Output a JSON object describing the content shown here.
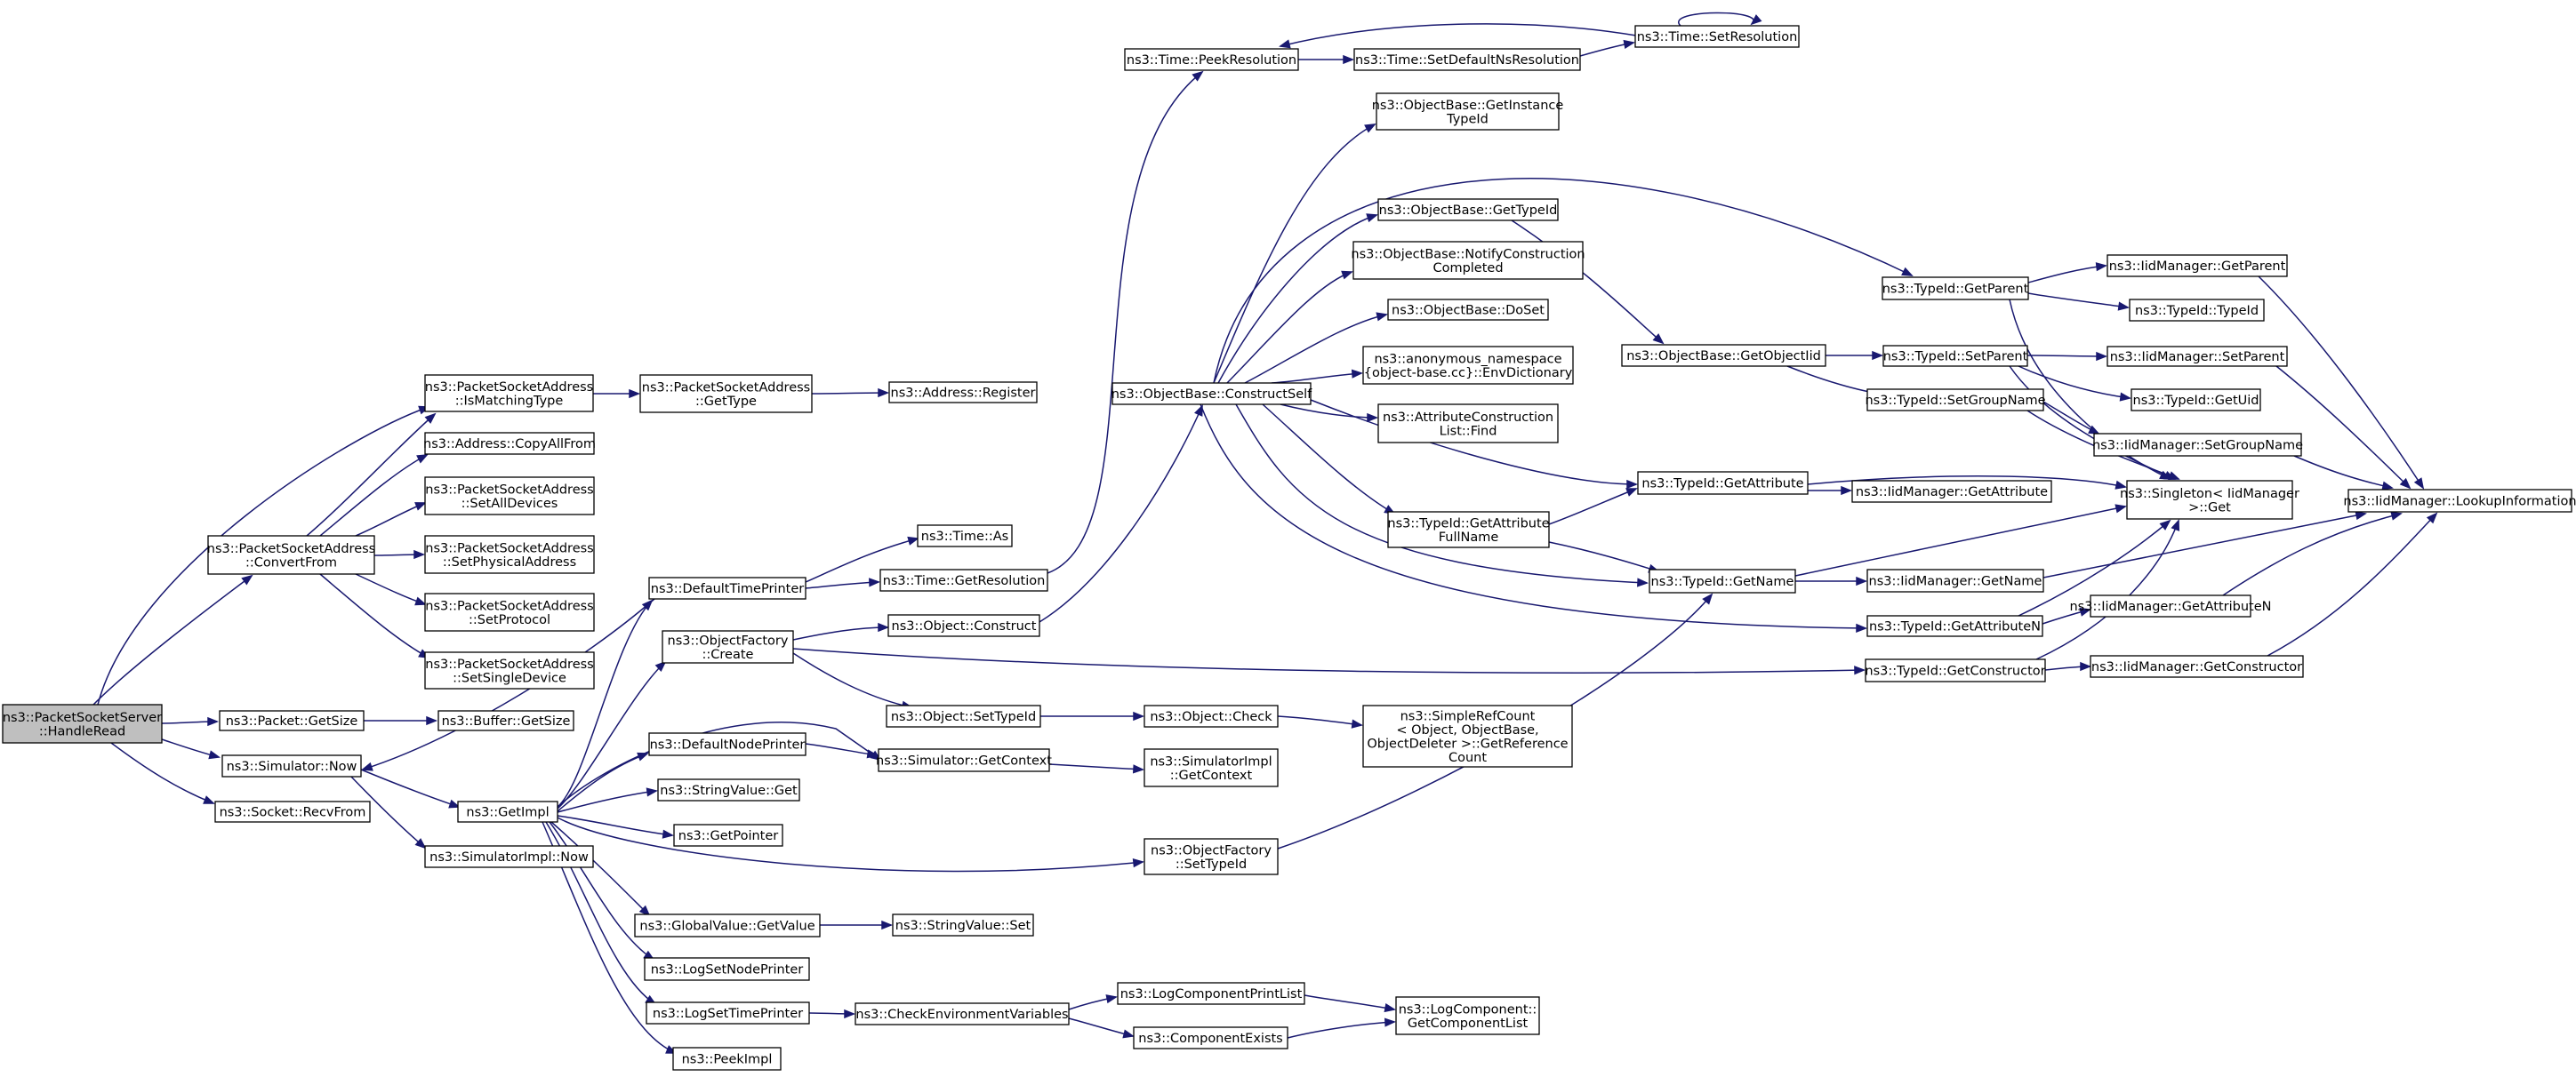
{
  "graph": {
    "colors": {
      "edge": "#191970",
      "node_border": "#000000",
      "node_fill": "#ffffff",
      "root_fill": "#bfbfbf"
    },
    "nodes": [
      {
        "id": "n0",
        "lines": [
          "ns3::PacketSocketServer",
          "::HandleRead"
        ],
        "root": true
      },
      {
        "id": "n1",
        "lines": [
          "ns3::PacketSocketAddress",
          "::ConvertFrom"
        ]
      },
      {
        "id": "n2",
        "lines": [
          "ns3::PacketSocketAddress",
          "::IsMatchingType"
        ]
      },
      {
        "id": "n3",
        "lines": [
          "ns3::Packet::GetSize"
        ]
      },
      {
        "id": "n4",
        "lines": [
          "ns3::Buffer::GetSize"
        ]
      },
      {
        "id": "n5",
        "lines": [
          "ns3::Simulator::Now"
        ]
      },
      {
        "id": "n6",
        "lines": [
          "ns3::Socket::RecvFrom"
        ]
      },
      {
        "id": "n7",
        "lines": [
          "ns3::Address::CopyAllFrom"
        ]
      },
      {
        "id": "n8",
        "lines": [
          "ns3::PacketSocketAddress",
          "::SetAllDevices"
        ]
      },
      {
        "id": "n9",
        "lines": [
          "ns3::PacketSocketAddress",
          "::SetPhysicalAddress"
        ]
      },
      {
        "id": "n10",
        "lines": [
          "ns3::PacketSocketAddress",
          "::SetProtocol"
        ]
      },
      {
        "id": "n11",
        "lines": [
          "ns3::PacketSocketAddress",
          "::SetSingleDevice"
        ]
      },
      {
        "id": "n12",
        "lines": [
          "ns3::PacketSocketAddress",
          "::GetType"
        ]
      },
      {
        "id": "n13",
        "lines": [
          "ns3::Address::Register"
        ]
      },
      {
        "id": "n14",
        "lines": [
          "ns3::GetImpl"
        ]
      },
      {
        "id": "n15",
        "lines": [
          "ns3::SimulatorImpl::Now"
        ]
      },
      {
        "id": "n16",
        "lines": [
          "ns3::DefaultTimePrinter"
        ]
      },
      {
        "id": "n17",
        "lines": [
          "ns3::ObjectFactory",
          "::Create"
        ]
      },
      {
        "id": "n18",
        "lines": [
          "ns3::DefaultNodePrinter"
        ]
      },
      {
        "id": "n19",
        "lines": [
          "ns3::StringValue::Get"
        ]
      },
      {
        "id": "n20",
        "lines": [
          "ns3::GetPointer"
        ]
      },
      {
        "id": "n21",
        "lines": [
          "ns3::GlobalValue::GetValue"
        ]
      },
      {
        "id": "n22",
        "lines": [
          "ns3::LogSetNodePrinter"
        ]
      },
      {
        "id": "n23",
        "lines": [
          "ns3::LogSetTimePrinter"
        ]
      },
      {
        "id": "n24",
        "lines": [
          "ns3::PeekImpl"
        ]
      },
      {
        "id": "n25",
        "lines": [
          "ns3::Time::As"
        ]
      },
      {
        "id": "n26",
        "lines": [
          "ns3::Time::GetResolution"
        ]
      },
      {
        "id": "n27",
        "lines": [
          "ns3::Object::Construct"
        ]
      },
      {
        "id": "n28",
        "lines": [
          "ns3::Object::SetTypeId"
        ]
      },
      {
        "id": "n29",
        "lines": [
          "ns3::Simulator::GetContext"
        ]
      },
      {
        "id": "n30",
        "lines": [
          "ns3::StringValue::Set"
        ]
      },
      {
        "id": "n31",
        "lines": [
          "ns3::CheckEnvironmentVariables"
        ]
      },
      {
        "id": "n32",
        "lines": [
          "ns3::Time::PeekResolution"
        ]
      },
      {
        "id": "n33",
        "lines": [
          "ns3::ObjectBase::ConstructSelf"
        ]
      },
      {
        "id": "n34",
        "lines": [
          "ns3::Object::Check"
        ]
      },
      {
        "id": "n35",
        "lines": [
          "ns3::SimulatorImpl",
          "::GetContext"
        ]
      },
      {
        "id": "n36",
        "lines": [
          "ns3::ObjectFactory",
          "::SetTypeId"
        ]
      },
      {
        "id": "n37",
        "lines": [
          "ns3::LogComponentPrintList"
        ]
      },
      {
        "id": "n38",
        "lines": [
          "ns3::ComponentExists"
        ]
      },
      {
        "id": "n39",
        "lines": [
          "ns3::Time::SetDefaultNsResolution"
        ]
      },
      {
        "id": "n40",
        "lines": [
          "ns3::ObjectBase::GetInstance",
          "TypeId"
        ]
      },
      {
        "id": "n41",
        "lines": [
          "ns3::ObjectBase::GetTypeId"
        ]
      },
      {
        "id": "n42",
        "lines": [
          "ns3::ObjectBase::NotifyConstruction",
          "Completed"
        ]
      },
      {
        "id": "n43",
        "lines": [
          "ns3::ObjectBase::DoSet"
        ]
      },
      {
        "id": "n44",
        "lines": [
          "ns3::anonymous_namespace",
          "{object-base.cc}::EnvDictionary"
        ]
      },
      {
        "id": "n45",
        "lines": [
          "ns3::AttributeConstruction",
          "List::Find"
        ]
      },
      {
        "id": "n46",
        "lines": [
          "ns3::TypeId::GetAttribute",
          "FullName"
        ]
      },
      {
        "id": "n47",
        "lines": [
          "ns3::SimpleRefCount",
          "< Object, ObjectBase,",
          "ObjectDeleter >::GetReference",
          "Count"
        ]
      },
      {
        "id": "n48",
        "lines": [
          "ns3::LogComponent::",
          "GetComponentList"
        ]
      },
      {
        "id": "n49",
        "lines": [
          "ns3::Time::SetResolution"
        ]
      },
      {
        "id": "n50",
        "lines": [
          "ns3::ObjectBase::GetObjectIid"
        ]
      },
      {
        "id": "n51",
        "lines": [
          "ns3::TypeId::GetAttribute"
        ]
      },
      {
        "id": "n52",
        "lines": [
          "ns3::TypeId::GetName"
        ]
      },
      {
        "id": "n53",
        "lines": [
          "ns3::TypeId::GetAttributeN"
        ]
      },
      {
        "id": "n54",
        "lines": [
          "ns3::TypeId::GetConstructor"
        ]
      },
      {
        "id": "n55",
        "lines": [
          "ns3::TypeId::GetParent"
        ]
      },
      {
        "id": "n56",
        "lines": [
          "ns3::TypeId::SetParent"
        ]
      },
      {
        "id": "n57",
        "lines": [
          "ns3::TypeId::SetGroupName"
        ]
      },
      {
        "id": "n58",
        "lines": [
          "ns3::IidManager::GetAttribute"
        ]
      },
      {
        "id": "n59",
        "lines": [
          "ns3::IidManager::GetName"
        ]
      },
      {
        "id": "n60",
        "lines": [
          "ns3::IidManager::GetAttributeN"
        ]
      },
      {
        "id": "n61",
        "lines": [
          "ns3::IidManager::GetConstructor"
        ]
      },
      {
        "id": "n62",
        "lines": [
          "ns3::IidManager::GetParent"
        ]
      },
      {
        "id": "n63",
        "lines": [
          "ns3::TypeId::TypeId"
        ]
      },
      {
        "id": "n64",
        "lines": [
          "ns3::IidManager::SetParent"
        ]
      },
      {
        "id": "n65",
        "lines": [
          "ns3::TypeId::GetUid"
        ]
      },
      {
        "id": "n66",
        "lines": [
          "ns3::IidManager::SetGroupName"
        ]
      },
      {
        "id": "n67",
        "lines": [
          "ns3::Singleton< IidManager",
          "&gt;::Get"
        ]
      },
      {
        "id": "n68",
        "lines": [
          "ns3::IidManager::LookupInformation"
        ]
      }
    ],
    "edges": [
      [
        "n0",
        "n1"
      ],
      [
        "n0",
        "n2"
      ],
      [
        "n0",
        "n3"
      ],
      [
        "n0",
        "n5"
      ],
      [
        "n0",
        "n6"
      ],
      [
        "n1",
        "n2"
      ],
      [
        "n1",
        "n7"
      ],
      [
        "n1",
        "n8"
      ],
      [
        "n1",
        "n9"
      ],
      [
        "n1",
        "n10"
      ],
      [
        "n1",
        "n11"
      ],
      [
        "n2",
        "n12"
      ],
      [
        "n12",
        "n13"
      ],
      [
        "n3",
        "n4"
      ],
      [
        "n5",
        "n14"
      ],
      [
        "n5",
        "n15"
      ],
      [
        "n14",
        "n16"
      ],
      [
        "n14",
        "n17"
      ],
      [
        "n14",
        "n18"
      ],
      [
        "n14",
        "n19"
      ],
      [
        "n14",
        "n20"
      ],
      [
        "n14",
        "n21"
      ],
      [
        "n14",
        "n22"
      ],
      [
        "n14",
        "n23"
      ],
      [
        "n14",
        "n24"
      ],
      [
        "n14",
        "n29"
      ],
      [
        "n14",
        "n36"
      ],
      [
        "n16",
        "n25"
      ],
      [
        "n16",
        "n26"
      ],
      [
        "n16",
        "n5"
      ],
      [
        "n26",
        "n32"
      ],
      [
        "n17",
        "n27"
      ],
      [
        "n17",
        "n28"
      ],
      [
        "n17",
        "n54"
      ],
      [
        "n18",
        "n29"
      ],
      [
        "n29",
        "n35"
      ],
      [
        "n21",
        "n30"
      ],
      [
        "n23",
        "n31"
      ],
      [
        "n31",
        "n37"
      ],
      [
        "n31",
        "n38"
      ],
      [
        "n37",
        "n48"
      ],
      [
        "n38",
        "n48"
      ],
      [
        "n27",
        "n33"
      ],
      [
        "n28",
        "n34"
      ],
      [
        "n34",
        "n47"
      ],
      [
        "n36",
        "n52"
      ],
      [
        "n32",
        "n39"
      ],
      [
        "n39",
        "n49"
      ],
      [
        "n49",
        "n32"
      ],
      [
        "n49",
        "n49"
      ],
      [
        "n33",
        "n40"
      ],
      [
        "n33",
        "n41"
      ],
      [
        "n33",
        "n42"
      ],
      [
        "n33",
        "n43"
      ],
      [
        "n33",
        "n44"
      ],
      [
        "n33",
        "n45"
      ],
      [
        "n33",
        "n46"
      ],
      [
        "n33",
        "n51"
      ],
      [
        "n33",
        "n52"
      ],
      [
        "n33",
        "n53"
      ],
      [
        "n33",
        "n55"
      ],
      [
        "n41",
        "n50"
      ],
      [
        "n50",
        "n56"
      ],
      [
        "n50",
        "n57"
      ],
      [
        "n46",
        "n51"
      ],
      [
        "n46",
        "n52"
      ],
      [
        "n51",
        "n58"
      ],
      [
        "n51",
        "n67"
      ],
      [
        "n52",
        "n59"
      ],
      [
        "n52",
        "n67"
      ],
      [
        "n53",
        "n60"
      ],
      [
        "n53",
        "n67"
      ],
      [
        "n54",
        "n61"
      ],
      [
        "n54",
        "n67"
      ],
      [
        "n55",
        "n62"
      ],
      [
        "n55",
        "n63"
      ],
      [
        "n55",
        "n67"
      ],
      [
        "n56",
        "n64"
      ],
      [
        "n56",
        "n65"
      ],
      [
        "n56",
        "n67"
      ],
      [
        "n57",
        "n66"
      ],
      [
        "n57",
        "n67"
      ],
      [
        "n59",
        "n68"
      ],
      [
        "n60",
        "n68"
      ],
      [
        "n61",
        "n68"
      ],
      [
        "n62",
        "n68"
      ],
      [
        "n64",
        "n68"
      ],
      [
        "n66",
        "n68"
      ]
    ]
  }
}
